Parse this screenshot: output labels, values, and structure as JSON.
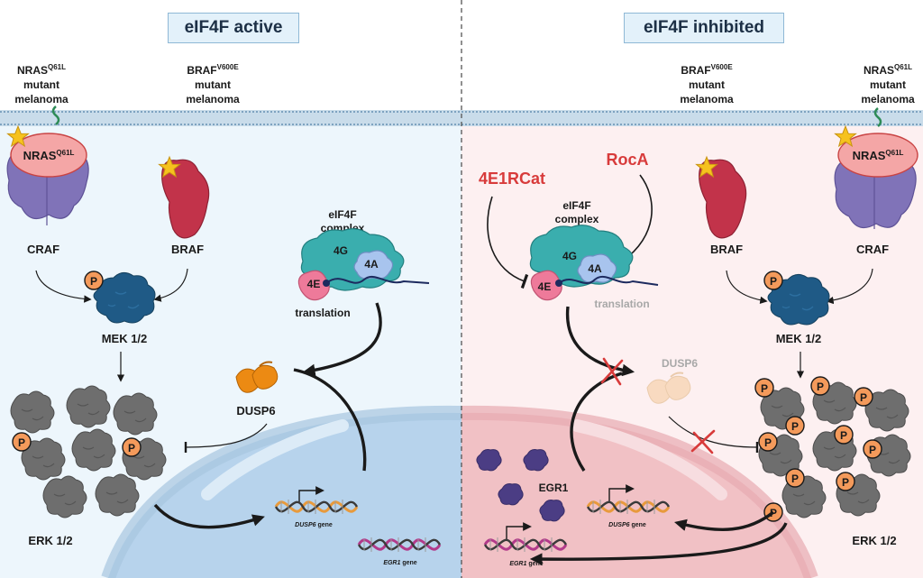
{
  "titles": {
    "left": "eIF4F active",
    "right": "eIF4F inhibited"
  },
  "mutants": {
    "nras_prefix": "NRAS",
    "nras_sup": "Q61L",
    "braf_prefix": "BRAF",
    "braf_sup": "V600E",
    "line2": "mutant",
    "line3": "melanoma"
  },
  "proteins": {
    "nras": "NRAS",
    "nras_sup": "Q61L",
    "craf": "CRAF",
    "braf": "BRAF",
    "mek": "MEK 1/2",
    "erk": "ERK 1/2",
    "dusp6": "DUSP6",
    "egr1": "EGR1",
    "phospho": "P"
  },
  "eif4f": {
    "complex_line1": "eIF4F",
    "complex_line2": "complex",
    "sub_4g": "4G",
    "sub_4a": "4A",
    "sub_4e": "4E",
    "translation": "translation"
  },
  "inhibitors": {
    "rocA": "RocA",
    "e1rcat": "4E1RCat"
  },
  "genes": {
    "dusp6_italic": "DUSP6",
    "egr1_italic": "EGR1",
    "gene_word": " gene"
  },
  "colors": {
    "left_bg": "#edf6fc",
    "right_bg": "#fdf0f1",
    "membrane": "#b9d3e4",
    "nras": "#f4a6a6",
    "craf": "#8073b8",
    "braf": "#c2334a",
    "mek": "#1f5a86",
    "erk": "#6e6e6e",
    "phospho": "#f49a5b",
    "dusp6": "#ec8a13",
    "egr1": "#4b3d84",
    "eif4f": "#3aaeae",
    "e4a": "#a8c4ee",
    "e4e": "#ee7a9a",
    "inhibitor": "#d83b3b",
    "star": "#f6c21e",
    "nucleus_left": "#b7d3ec",
    "nucleus_right": "#f1c1c5"
  }
}
